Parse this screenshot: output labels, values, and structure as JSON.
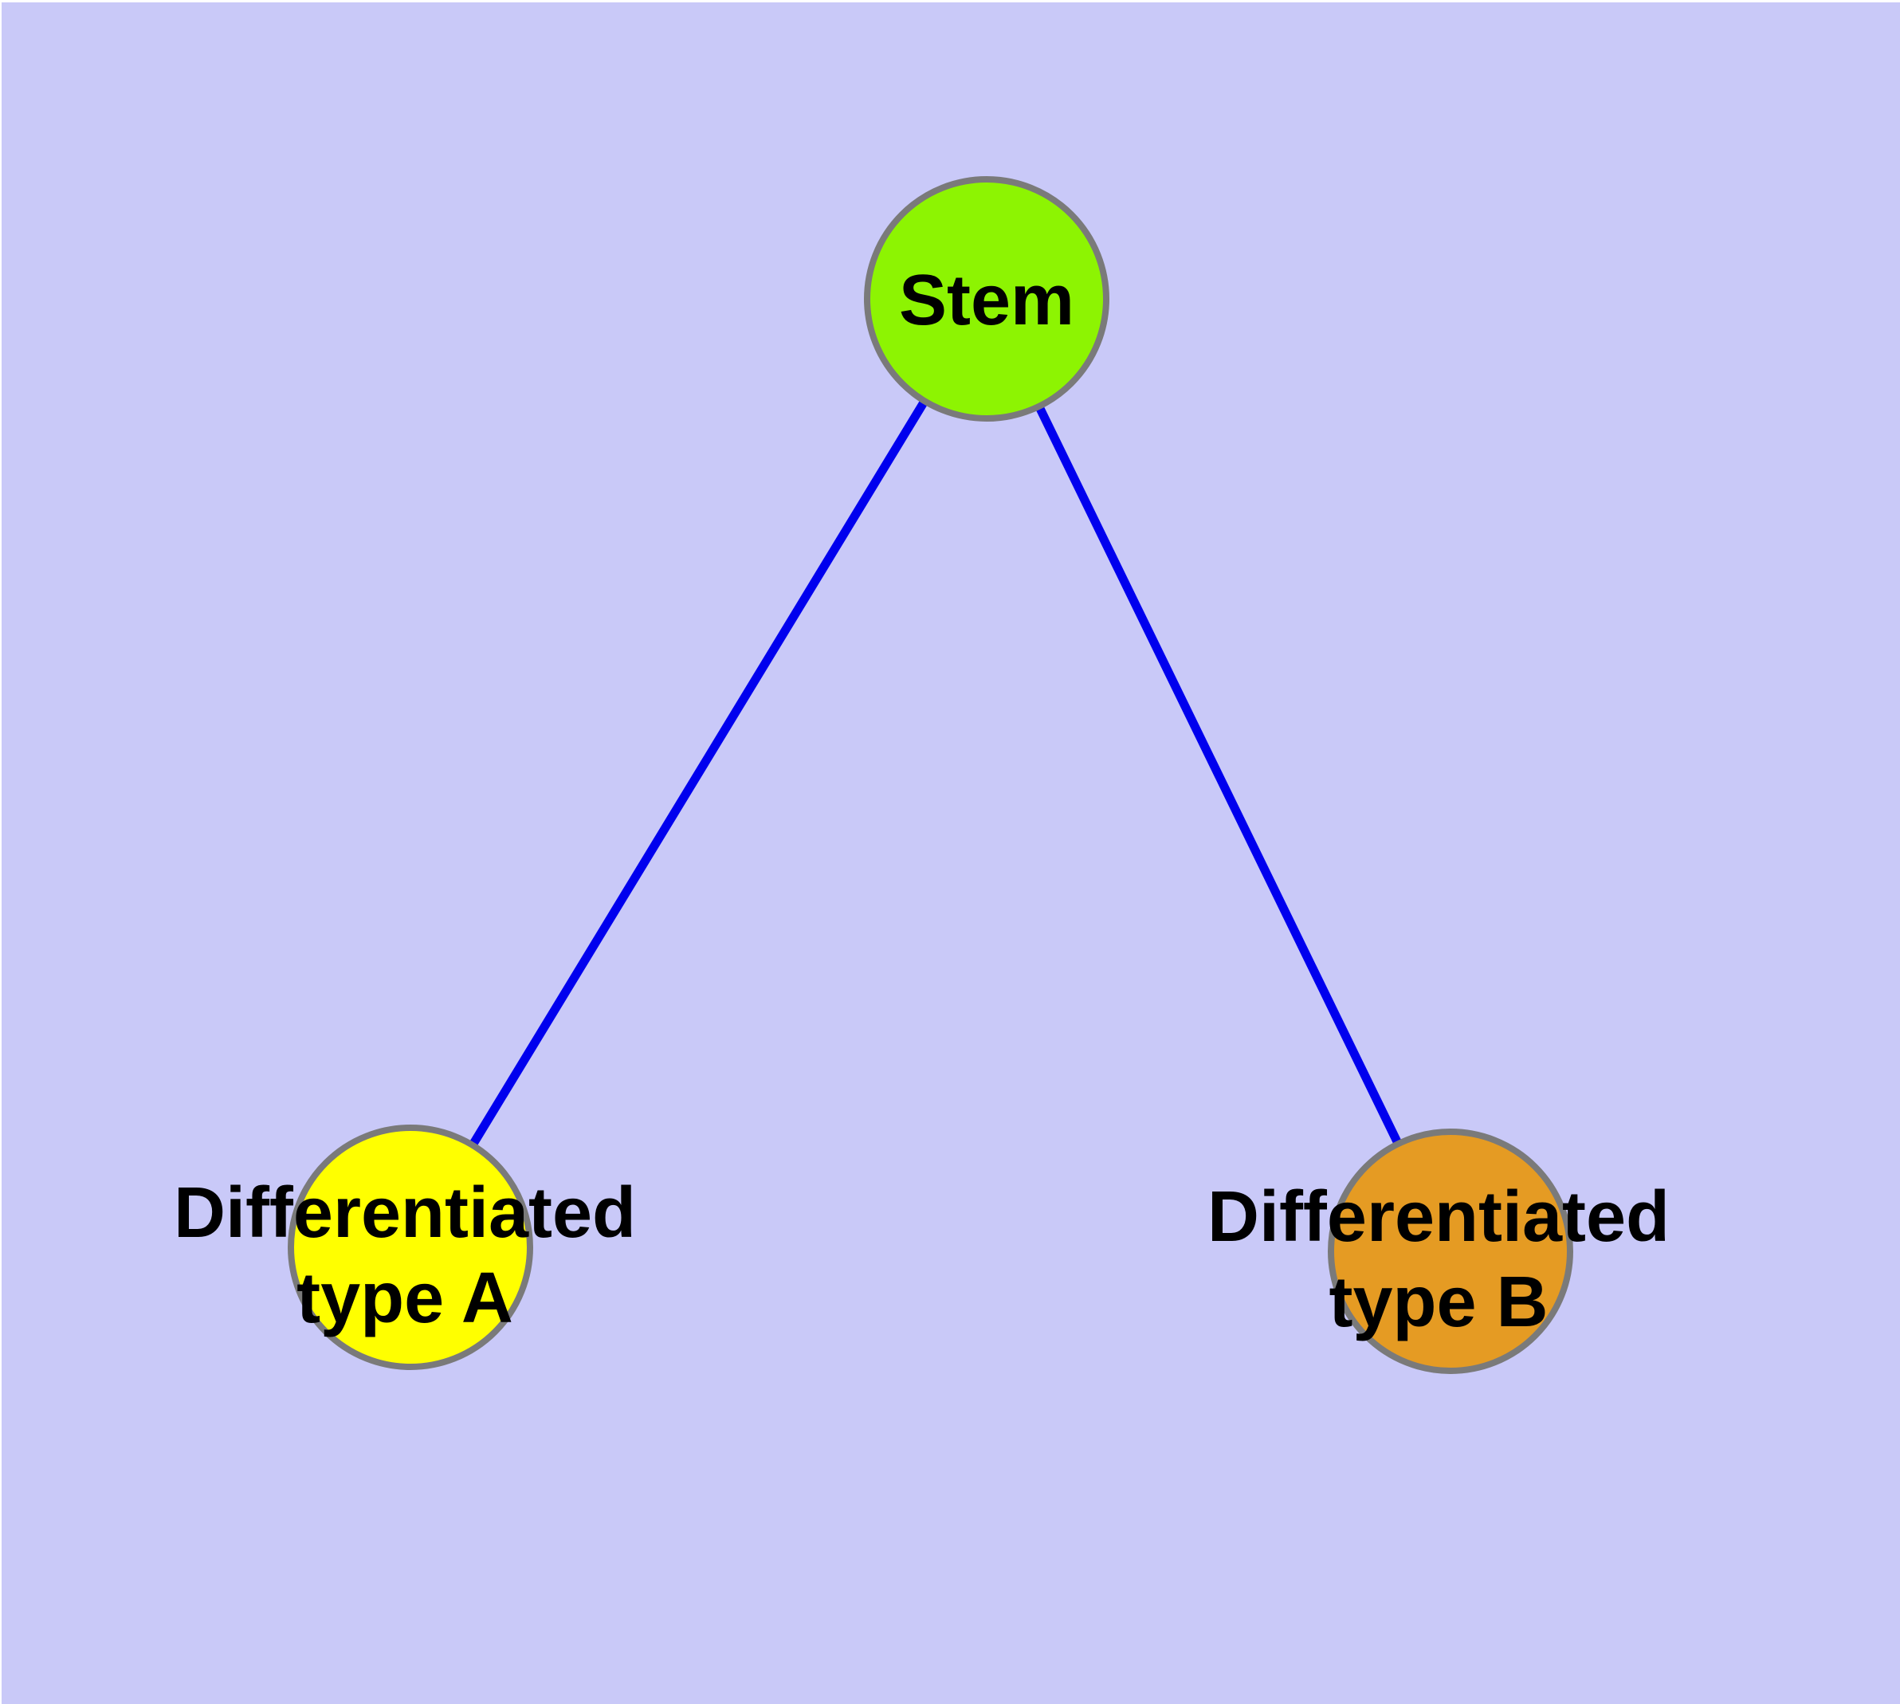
{
  "canvas": {
    "background_color": "#C9C9F8",
    "margin_color": "#FFFFFF"
  },
  "graph": {
    "edge_color": "#0000EE",
    "node_border_color": "#7A7A7A",
    "label_color": "#000000",
    "nodes": {
      "stem": {
        "label": "Stem",
        "fill": "#8DF402"
      },
      "type_a": {
        "line1": "Differentiated",
        "line2": "type A",
        "fill": "#FFFF00"
      },
      "type_b": {
        "line1": "Differentiated",
        "line2": "type B",
        "fill": "#E59B23"
      }
    },
    "edges": [
      {
        "from": "stem",
        "to": "type_a"
      },
      {
        "from": "stem",
        "to": "type_b"
      }
    ]
  }
}
